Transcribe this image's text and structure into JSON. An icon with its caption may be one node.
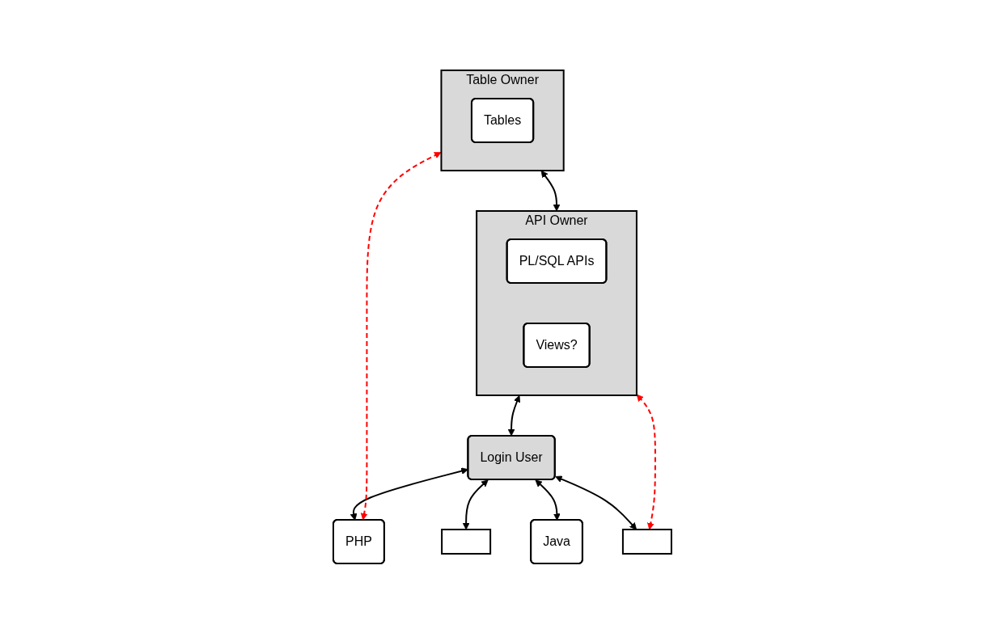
{
  "diagram": {
    "nodes": [
      {
        "text": [
          "Table Owner"
        ]
      },
      {
        "text": [
          "Tables"
        ],
        "in": 0
      },
      {
        "text": [
          "API Owner"
        ]
      },
      {
        "text": [
          "PL/SQL APIs"
        ],
        "in": 2
      },
      {
        "text": [
          "Views?"
        ],
        "in": 2
      },
      {
        "text": [
          "Login User"
        ]
      },
      {
        "text": [
          "PHP"
        ]
      },
      {
        "text": [],
        "shape": "box"
      },
      {
        "text": [
          "Java"
        ]
      },
      {
        "text": [],
        "shape": "box"
      }
    ],
    "edges": [
      {
        "from": 0,
        "to": 2,
        "arrow": "both"
      },
      {
        "from": 2,
        "to": 5,
        "arrow": "both"
      },
      {
        "from": 5,
        "to": 6,
        "arrow": "both"
      },
      {
        "from": 5,
        "to": 7,
        "arrow": "both"
      },
      {
        "from": 5,
        "to": 8,
        "arrow": "both"
      },
      {
        "from": 5,
        "to": 9,
        "arrow": "both"
      },
      {
        "from": 6,
        "to": 0,
        "arrow": "both",
        "style": "dashed",
        "color": "#ff0000"
      },
      {
        "from": 9,
        "to": 2,
        "arrow": "both",
        "style": "dashed",
        "color": "#ff0000"
      }
    ]
  }
}
